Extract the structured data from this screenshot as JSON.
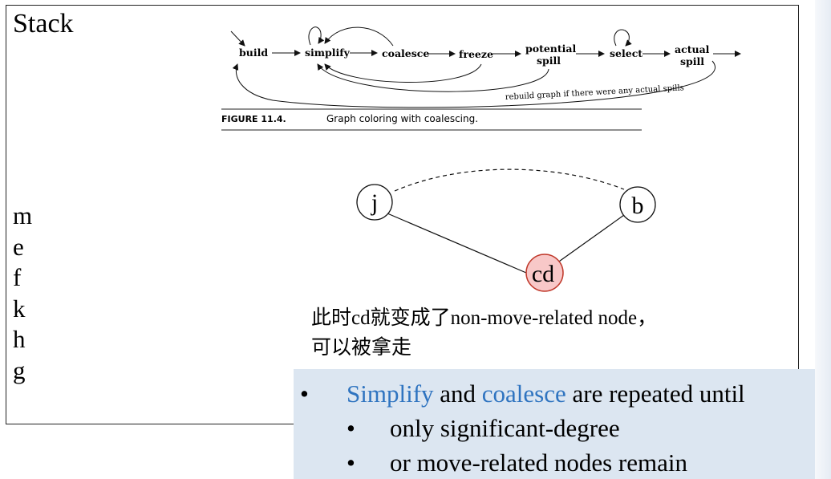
{
  "slide": {
    "title": "Stack",
    "stack_items": [
      "m",
      "e",
      "f",
      "k",
      "h",
      "g"
    ]
  },
  "figure": {
    "nodes": {
      "build": "build",
      "simplify": "simplify",
      "coalesce": "coalesce",
      "freeze": "freeze",
      "potential_spill_1": "potential",
      "potential_spill_2": "spill",
      "select": "select",
      "actual_spill_1": "actual",
      "actual_spill_2": "spill"
    },
    "rebuild_label": "rebuild graph if there were any actual spills",
    "caption_number": "FIGURE 11.4.",
    "caption_text": "Graph coloring with coalescing."
  },
  "graph": {
    "nodes": [
      {
        "id": "j",
        "label": "j",
        "highlighted": false
      },
      {
        "id": "b",
        "label": "b",
        "highlighted": false
      },
      {
        "id": "cd",
        "label": "cd",
        "highlighted": true
      }
    ],
    "highlight_fill": "#f8c8c8",
    "highlight_stroke": "#c0392b"
  },
  "note": {
    "line1": "此时cd就变成了non-move-related node，",
    "line2": "可以被拿走"
  },
  "summary": {
    "bullet": "•",
    "main_simplify": "Simplify",
    "main_and": " and ",
    "main_coalesce": "coalesce",
    "main_rest": " are repeated until",
    "sub1": "only significant-degree",
    "sub2": "or move-related nodes remain",
    "accent_color": "#2f74c0",
    "box_color": "#dce6f1"
  }
}
